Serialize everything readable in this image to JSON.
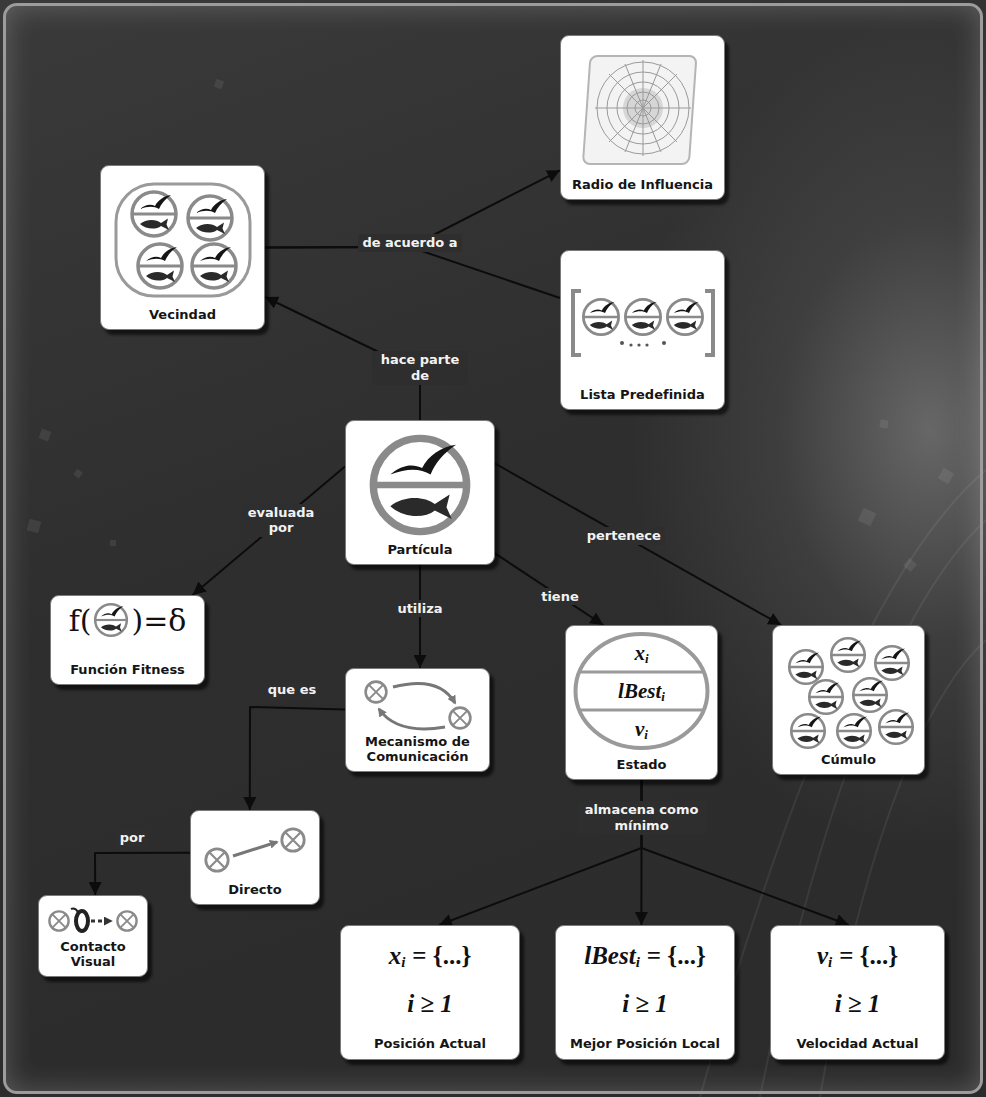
{
  "diagram": {
    "nodes": [
      {
        "text": [
          "Vecindad"
        ]
      },
      {
        "text": [
          "Radio de Influencia"
        ]
      },
      {
        "text": [
          "Lista Predefinida"
        ]
      },
      {
        "text": [
          "Partícula"
        ]
      },
      {
        "text": [
          "f(",
          ")=δ",
          "Función Fitness"
        ]
      },
      {
        "text": [
          "Mecanismo de Comunicación"
        ]
      },
      {
        "text": [
          "x",
          "i",
          "lBest",
          "i",
          "v",
          "i",
          "Estado"
        ]
      },
      {
        "text": [
          "Cúmulo"
        ]
      },
      {
        "text": [
          "Directo"
        ]
      },
      {
        "text": [
          "Contacto Visual"
        ]
      },
      {
        "text": [
          "x",
          "i",
          "= {...}",
          "i ≥ 1",
          "Posición Actual"
        ]
      },
      {
        "text": [
          "lBest",
          "i",
          "= {...}",
          "i ≥ 1",
          "Mejor Posición Local"
        ]
      },
      {
        "text": [
          "v",
          "i",
          "= {...}",
          "i ≥ 1",
          "Velocidad Actual"
        ]
      }
    ],
    "edges": [
      {
        "from": 3,
        "to": 0,
        "arrow": "to",
        "label": "hace parte de"
      },
      {
        "from": 0,
        "to": 1,
        "arrow": "to",
        "label": "de acuerdo a"
      },
      {
        "from": 0,
        "to": 2,
        "arrow": "none"
      },
      {
        "from": 3,
        "to": 4,
        "arrow": "to",
        "label": "evaluada por"
      },
      {
        "from": 3,
        "to": 5,
        "arrow": "to",
        "label": "utiliza"
      },
      {
        "from": 3,
        "to": 6,
        "arrow": "to",
        "label": "tiene"
      },
      {
        "from": 3,
        "to": 7,
        "arrow": "to",
        "label": "pertenece"
      },
      {
        "from": 5,
        "to": 8,
        "arrow": "to",
        "label": "que es"
      },
      {
        "from": 8,
        "to": 9,
        "arrow": "to",
        "label": "por"
      },
      {
        "from": 6,
        "to": 10,
        "arrow": "to",
        "label": "almacena como mínimo"
      },
      {
        "from": 6,
        "to": 11,
        "arrow": "to"
      },
      {
        "from": 6,
        "to": 12,
        "arrow": "to"
      }
    ]
  }
}
